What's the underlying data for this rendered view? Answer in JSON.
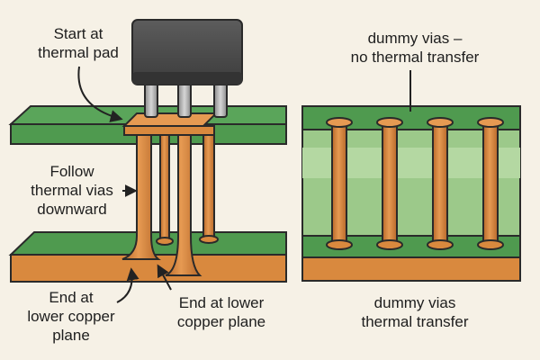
{
  "left_panel": {
    "start_label": "Start at\nthermal pad",
    "follow_label": "Follow\nthermal vias\ndownward",
    "end_label_left": "End at\nlower copper\nplane",
    "end_label_right": "End at lower\ncopper plane"
  },
  "right_panel": {
    "top_label": "dummy vias –\nno thermal transfer",
    "bottom_label": "dummy vias\nthermal transfer"
  },
  "colors": {
    "background": "#f6f1e6",
    "pcb_green": "#4f9a4f",
    "pcb_green_light": "#9cc98a",
    "copper": "#d9893e",
    "copper_dark": "#a55f22",
    "ic_body": "#4a4a4a",
    "outline": "#2a2a2a"
  }
}
